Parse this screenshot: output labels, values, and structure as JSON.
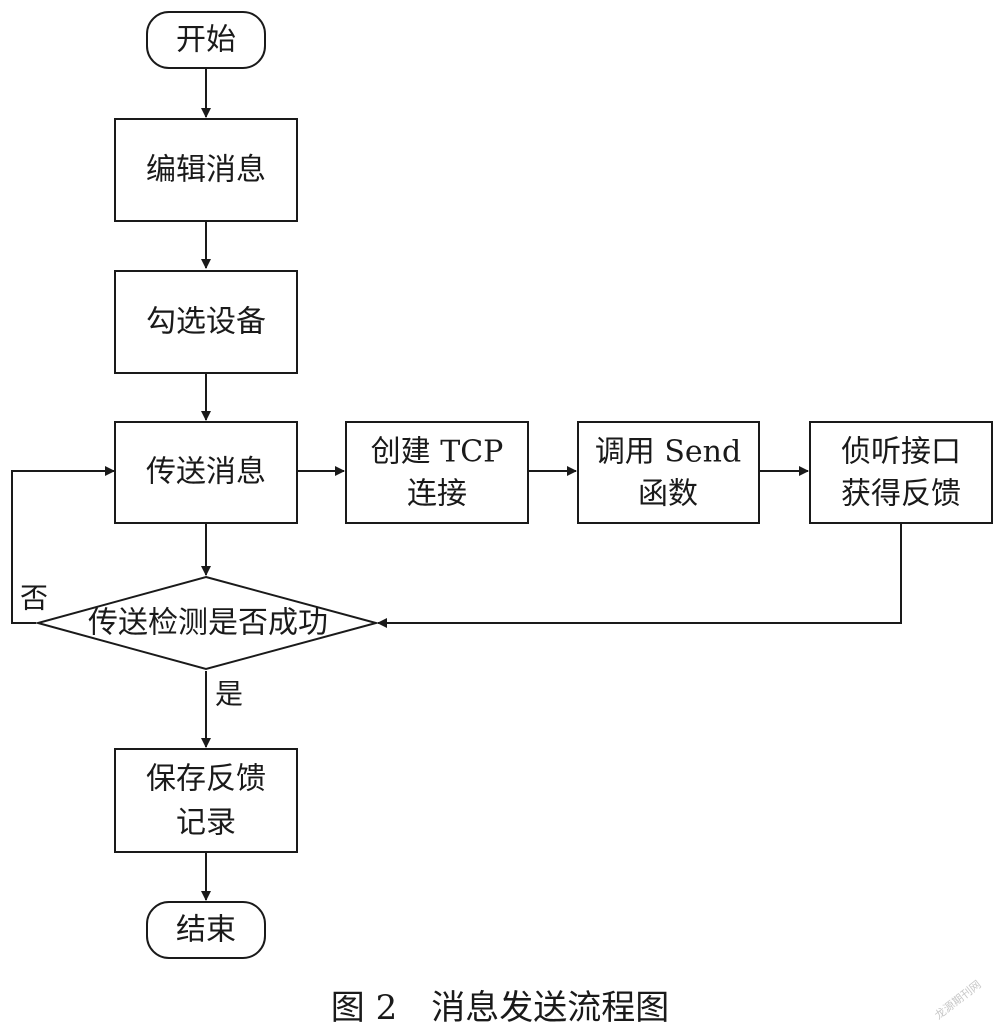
{
  "flowchart": {
    "nodes": {
      "start": "开始",
      "edit": "编辑消息",
      "select": "勾选设备",
      "transmit": "传送消息",
      "tcp": [
        "创建 TCP",
        "连接"
      ],
      "send": [
        "调用 Send",
        "函数"
      ],
      "listen": [
        "侦听接口",
        "获得反馈"
      ],
      "check": "传送检测是否成功",
      "save": [
        "保存反馈",
        "记录"
      ],
      "end": "结束"
    },
    "edges": [
      {
        "from": "start",
        "to": "edit"
      },
      {
        "from": "edit",
        "to": "select"
      },
      {
        "from": "select",
        "to": "transmit"
      },
      {
        "from": "transmit",
        "to": "tcp"
      },
      {
        "from": "tcp",
        "to": "send"
      },
      {
        "from": "send",
        "to": "listen"
      },
      {
        "from": "listen",
        "to": "check"
      },
      {
        "from": "transmit",
        "to": "check"
      },
      {
        "from": "check",
        "to": "transmit",
        "label": "否"
      },
      {
        "from": "check",
        "to": "save",
        "label": "是"
      },
      {
        "from": "save",
        "to": "end"
      }
    ],
    "labels": {
      "no": "否",
      "yes": "是"
    }
  },
  "caption": "图 2　消息发送流程图",
  "watermark": "龙源期刊网"
}
